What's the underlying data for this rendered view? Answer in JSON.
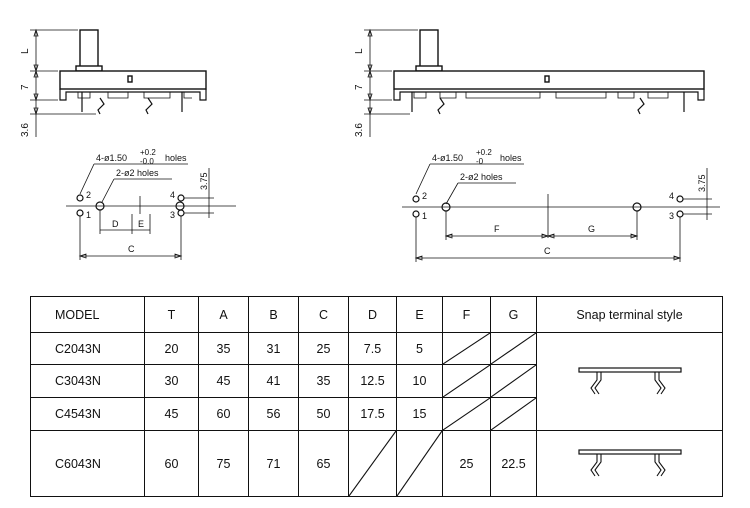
{
  "front_view": {
    "dim_L": "L",
    "dim_7": "7",
    "dim_3_6": "3.6"
  },
  "footprint_left": {
    "holes_note_main": "4-ø1.50",
    "holes_tol_plus": "+0.2",
    "holes_tol_minus": "-0.0",
    "holes_word": "holes",
    "small_holes_note": "2-ø2  holes",
    "pin1": "1",
    "pin2": "2",
    "pin3": "3",
    "pin4": "4",
    "dim_D": "D",
    "dim_E": "E",
    "dim_C": "C",
    "dim_3_75": "3.75"
  },
  "footprint_right": {
    "holes_note_main": "4-ø1.50",
    "holes_tol_plus": "+0.2",
    "holes_tol_minus": "-0",
    "holes_word": "holes",
    "small_holes_note": "2-ø2  holes",
    "pin1": "1",
    "pin2": "2",
    "pin3": "3",
    "pin4": "4",
    "dim_F": "F",
    "dim_G": "G",
    "dim_C": "C",
    "dim_3_75": "3.75"
  },
  "table": {
    "headers": [
      "MODEL",
      "T",
      "A",
      "B",
      "C",
      "D",
      "E",
      "F",
      "G",
      "Snap terminal style"
    ],
    "rows": [
      {
        "model": "C2043N",
        "T": "20",
        "A": "35",
        "B": "31",
        "C": "25",
        "D": "7.5",
        "E": "5",
        "F": "",
        "G": ""
      },
      {
        "model": "C3043N",
        "T": "30",
        "A": "45",
        "B": "41",
        "C": "35",
        "D": "12.5",
        "E": "10",
        "F": "",
        "G": ""
      },
      {
        "model": "C4543N",
        "T": "45",
        "A": "60",
        "B": "56",
        "C": "50",
        "D": "17.5",
        "E": "15",
        "F": "",
        "G": ""
      },
      {
        "model": "C6043N",
        "T": "60",
        "A": "75",
        "B": "71",
        "C": "65",
        "D": "",
        "E": "",
        "F": "25",
        "G": "22.5"
      }
    ]
  }
}
